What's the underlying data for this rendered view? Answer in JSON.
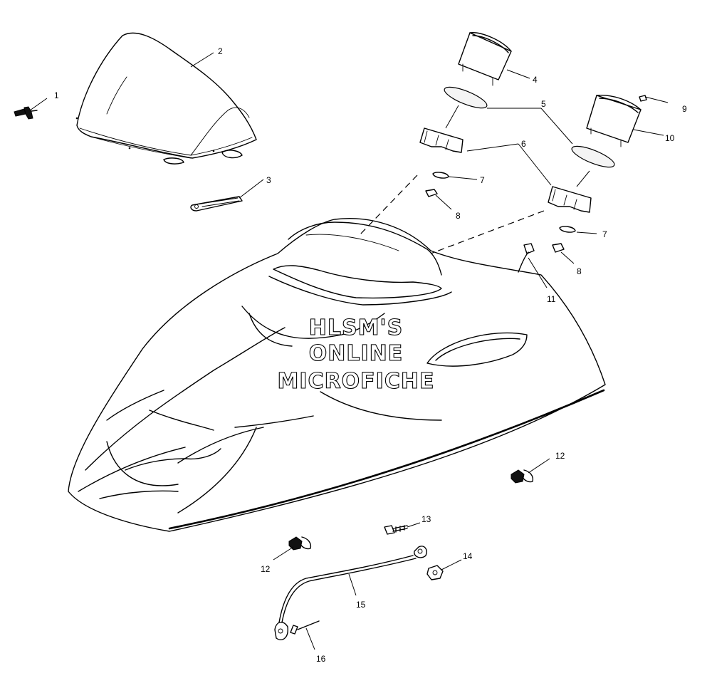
{
  "callouts": [
    {
      "id": "c1",
      "text": "1"
    },
    {
      "id": "c2",
      "text": "2"
    },
    {
      "id": "c3",
      "text": "3"
    },
    {
      "id": "c4",
      "text": "4"
    },
    {
      "id": "c5",
      "text": "5"
    },
    {
      "id": "c6",
      "text": "6"
    },
    {
      "id": "c7a",
      "text": "7"
    },
    {
      "id": "c7b",
      "text": "7"
    },
    {
      "id": "c8a",
      "text": "8"
    },
    {
      "id": "c8b",
      "text": "8"
    },
    {
      "id": "c9",
      "text": "9"
    },
    {
      "id": "c10",
      "text": "10"
    },
    {
      "id": "c11",
      "text": "11"
    },
    {
      "id": "c12a",
      "text": "12"
    },
    {
      "id": "c12b",
      "text": "12"
    },
    {
      "id": "c13",
      "text": "13"
    },
    {
      "id": "c14",
      "text": "14"
    },
    {
      "id": "c15",
      "text": "15"
    },
    {
      "id": "c16",
      "text": "16"
    }
  ],
  "watermark": {
    "line1": "HLSM'S",
    "line2": "ONLINE",
    "line3": "MICROFICHE"
  }
}
